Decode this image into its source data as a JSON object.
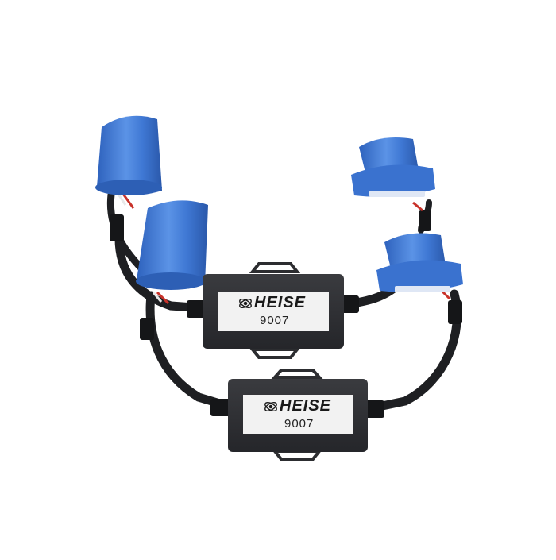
{
  "image": {
    "subject": "Pair of LED headlight anti-flicker decoder harnesses",
    "background_color": "#ffffff"
  },
  "decoders": [
    {
      "brand": "HEISE",
      "model": "9007",
      "logo": "atom-logo-icon"
    },
    {
      "brand": "HEISE",
      "model": "9007",
      "logo": "atom-logo-icon"
    }
  ],
  "colors": {
    "connector_blue": "#3f78d4",
    "connector_blue_dark": "#2b5db0",
    "box_black": "#2c2d30",
    "cable_black": "#1e1f22",
    "label_white": "#f2f2f2",
    "wire_red": "#c8322a"
  }
}
